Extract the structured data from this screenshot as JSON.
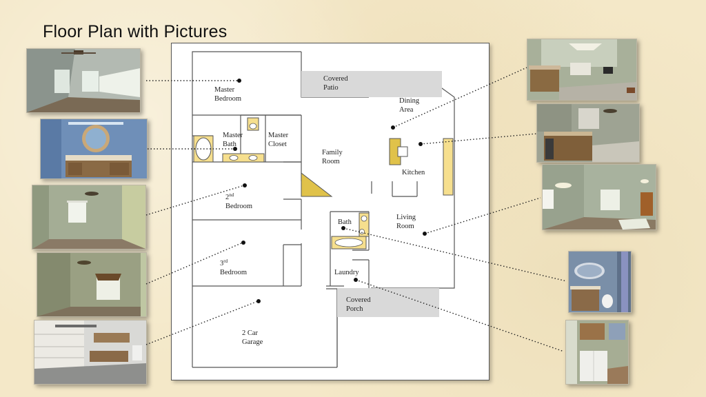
{
  "title": "Floor Plan with Pictures",
  "rooms": {
    "master_bedroom": [
      "Master",
      "Bedroom"
    ],
    "covered_patio": [
      "Covered",
      "Patio"
    ],
    "dining_area": [
      "Dining",
      "Area"
    ],
    "master_bath": [
      "Master",
      "Bath"
    ],
    "master_closet": [
      "Master",
      "Closet"
    ],
    "family_room": [
      "Family",
      "Room"
    ],
    "kitchen": "Kitchen",
    "second_bedroom": {
      "num": "2",
      "sup": "nd",
      "word": "Bedroom"
    },
    "bath": "Bath",
    "living_room": [
      "Living",
      "Room"
    ],
    "third_bedroom": {
      "num": "3",
      "sup": "rd",
      "word": "Bedroom"
    },
    "laundry": "Laundry",
    "covered_porch": [
      "Covered",
      "Porch"
    ],
    "garage": [
      "2 Car",
      "Garage"
    ]
  },
  "colors": {
    "background": "#f4e8c8",
    "wall": "#555555",
    "fixture_yellow": "#f6df8e",
    "fixture_gold": "#e0c24a",
    "gray_area": "#d9d9d9",
    "leader_line": "#222222"
  },
  "photo_subjects": [
    "master-bedroom-photo",
    "master-bath-photo",
    "second-bedroom-photo",
    "third-bedroom-photo",
    "garage-photo",
    "dining-area-photo",
    "kitchen-photo",
    "living-room-photo",
    "bath-photo",
    "laundry-photo"
  ]
}
